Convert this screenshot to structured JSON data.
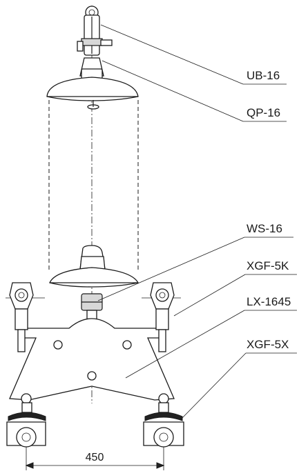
{
  "labels": {
    "ub16": "UB-16",
    "qp16": "QP-16",
    "ws16": "WS-16",
    "xgf5k": "XGF-5K",
    "lx1645": "LX-1645",
    "xgf5x": "XGF-5X"
  },
  "dimension": {
    "spacing": "450"
  }
}
